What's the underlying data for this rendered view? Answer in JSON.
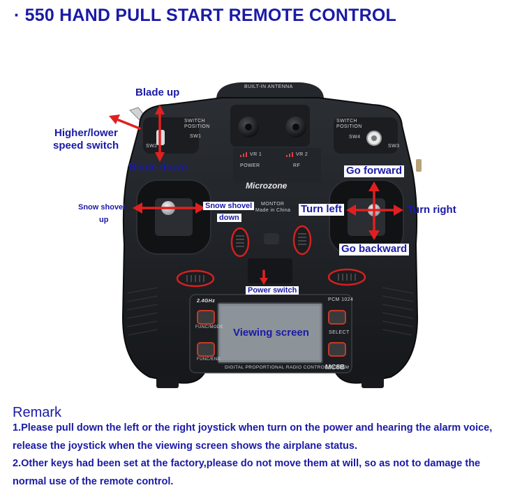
{
  "title": "· 550 HAND PULL START REMOTE CONTROL",
  "device": {
    "antenna": "BUILT-IN ANTENNA",
    "switch_position_left": "SWITCH POSITION",
    "switch_position_right": "SWITCH POSITION",
    "sw1": "SW1",
    "sw2": "SW2",
    "sw3": "SW3",
    "sw4": "SW4",
    "vr1": "VR 1",
    "vr2": "VR 2",
    "power": "POWER",
    "rf": "RF",
    "brand": "Microzone",
    "monitor": "MONTOR",
    "made_in": "Made in China",
    "band": "2.4GHz",
    "pcm": "PCM 1024",
    "func_mode": "FUNC/MODE",
    "func_end": "FUNC/END",
    "select": "SELECT",
    "footer": "DIGITAL PROPORTIONAL RADIO CONTROL SYSTEM",
    "model": "MC8B"
  },
  "annotations": {
    "blade_up": "Blade up",
    "speed_switch_line1": "Higher/lower",
    "speed_switch_line2": "speed switch",
    "blade_down": "Blade down",
    "go_forward": "Go forward",
    "snow_shovel_up_line1": "Snow shovel",
    "snow_shovel_up_line2": "up",
    "snow_shovel_down_line1": "Snow shovel",
    "snow_shovel_down_line2": "down",
    "turn_left": "Turn left",
    "turn_right": "Turn right",
    "go_backward": "Go backward",
    "power_switch": "Power switch",
    "viewing_screen": "Viewing screen"
  },
  "remark": {
    "title": "Remark",
    "line1": "1.Please pull down the left or the right joystick when turn on the power and hearing the alarm voice,",
    "line2": "release the joystick when the viewing screen shows the airplane status.",
    "line3": "2.Other keys had been set at the factory,please do not move them at will, so as not to damage the",
    "line4": "normal use of the remote control."
  },
  "colors": {
    "label": "#1a1aa6",
    "arrow": "#e02020",
    "body": "#1f2226"
  }
}
